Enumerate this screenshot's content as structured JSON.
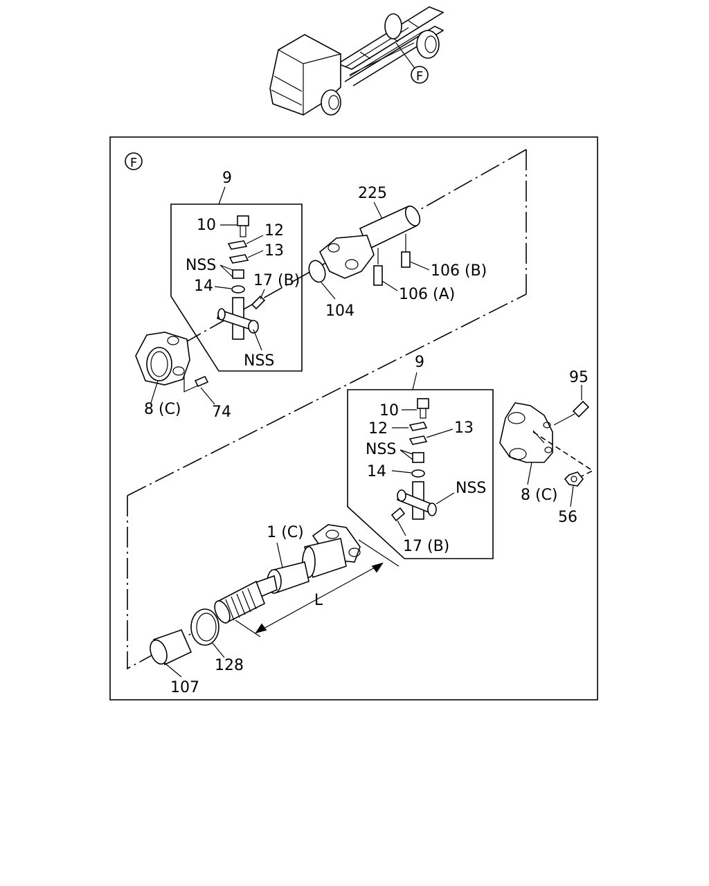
{
  "diagram": {
    "view_marker": "F",
    "labels": {
      "kit_upper": "9",
      "kit_lower": "9",
      "bolt_10_upper": "10",
      "bolt_10_lower": "10",
      "plate_12_upper": "12",
      "plate_12_lower": "12",
      "plate_13_upper": "13",
      "plate_13_lower": "13",
      "nss_1": "NSS",
      "nss_2": "NSS",
      "nss_3": "NSS",
      "nss_4": "NSS",
      "seal_14_upper": "14",
      "seal_14_lower": "14",
      "grease_17b_upper": "17 (B)",
      "grease_17b_lower": "17 (B)",
      "shaft_225": "225",
      "fitting_106b": "106 (B)",
      "fitting_106a": "106 (A)",
      "cap_104": "104",
      "flange_8c_left": "8 (C)",
      "flange_8c_right": "8 (C)",
      "bolt_74": "74",
      "bolt_95": "95",
      "nut_56": "56",
      "shaft_1c": "1 (C)",
      "length_L": "L",
      "boot_128": "128",
      "sleeve_107": "107"
    }
  }
}
